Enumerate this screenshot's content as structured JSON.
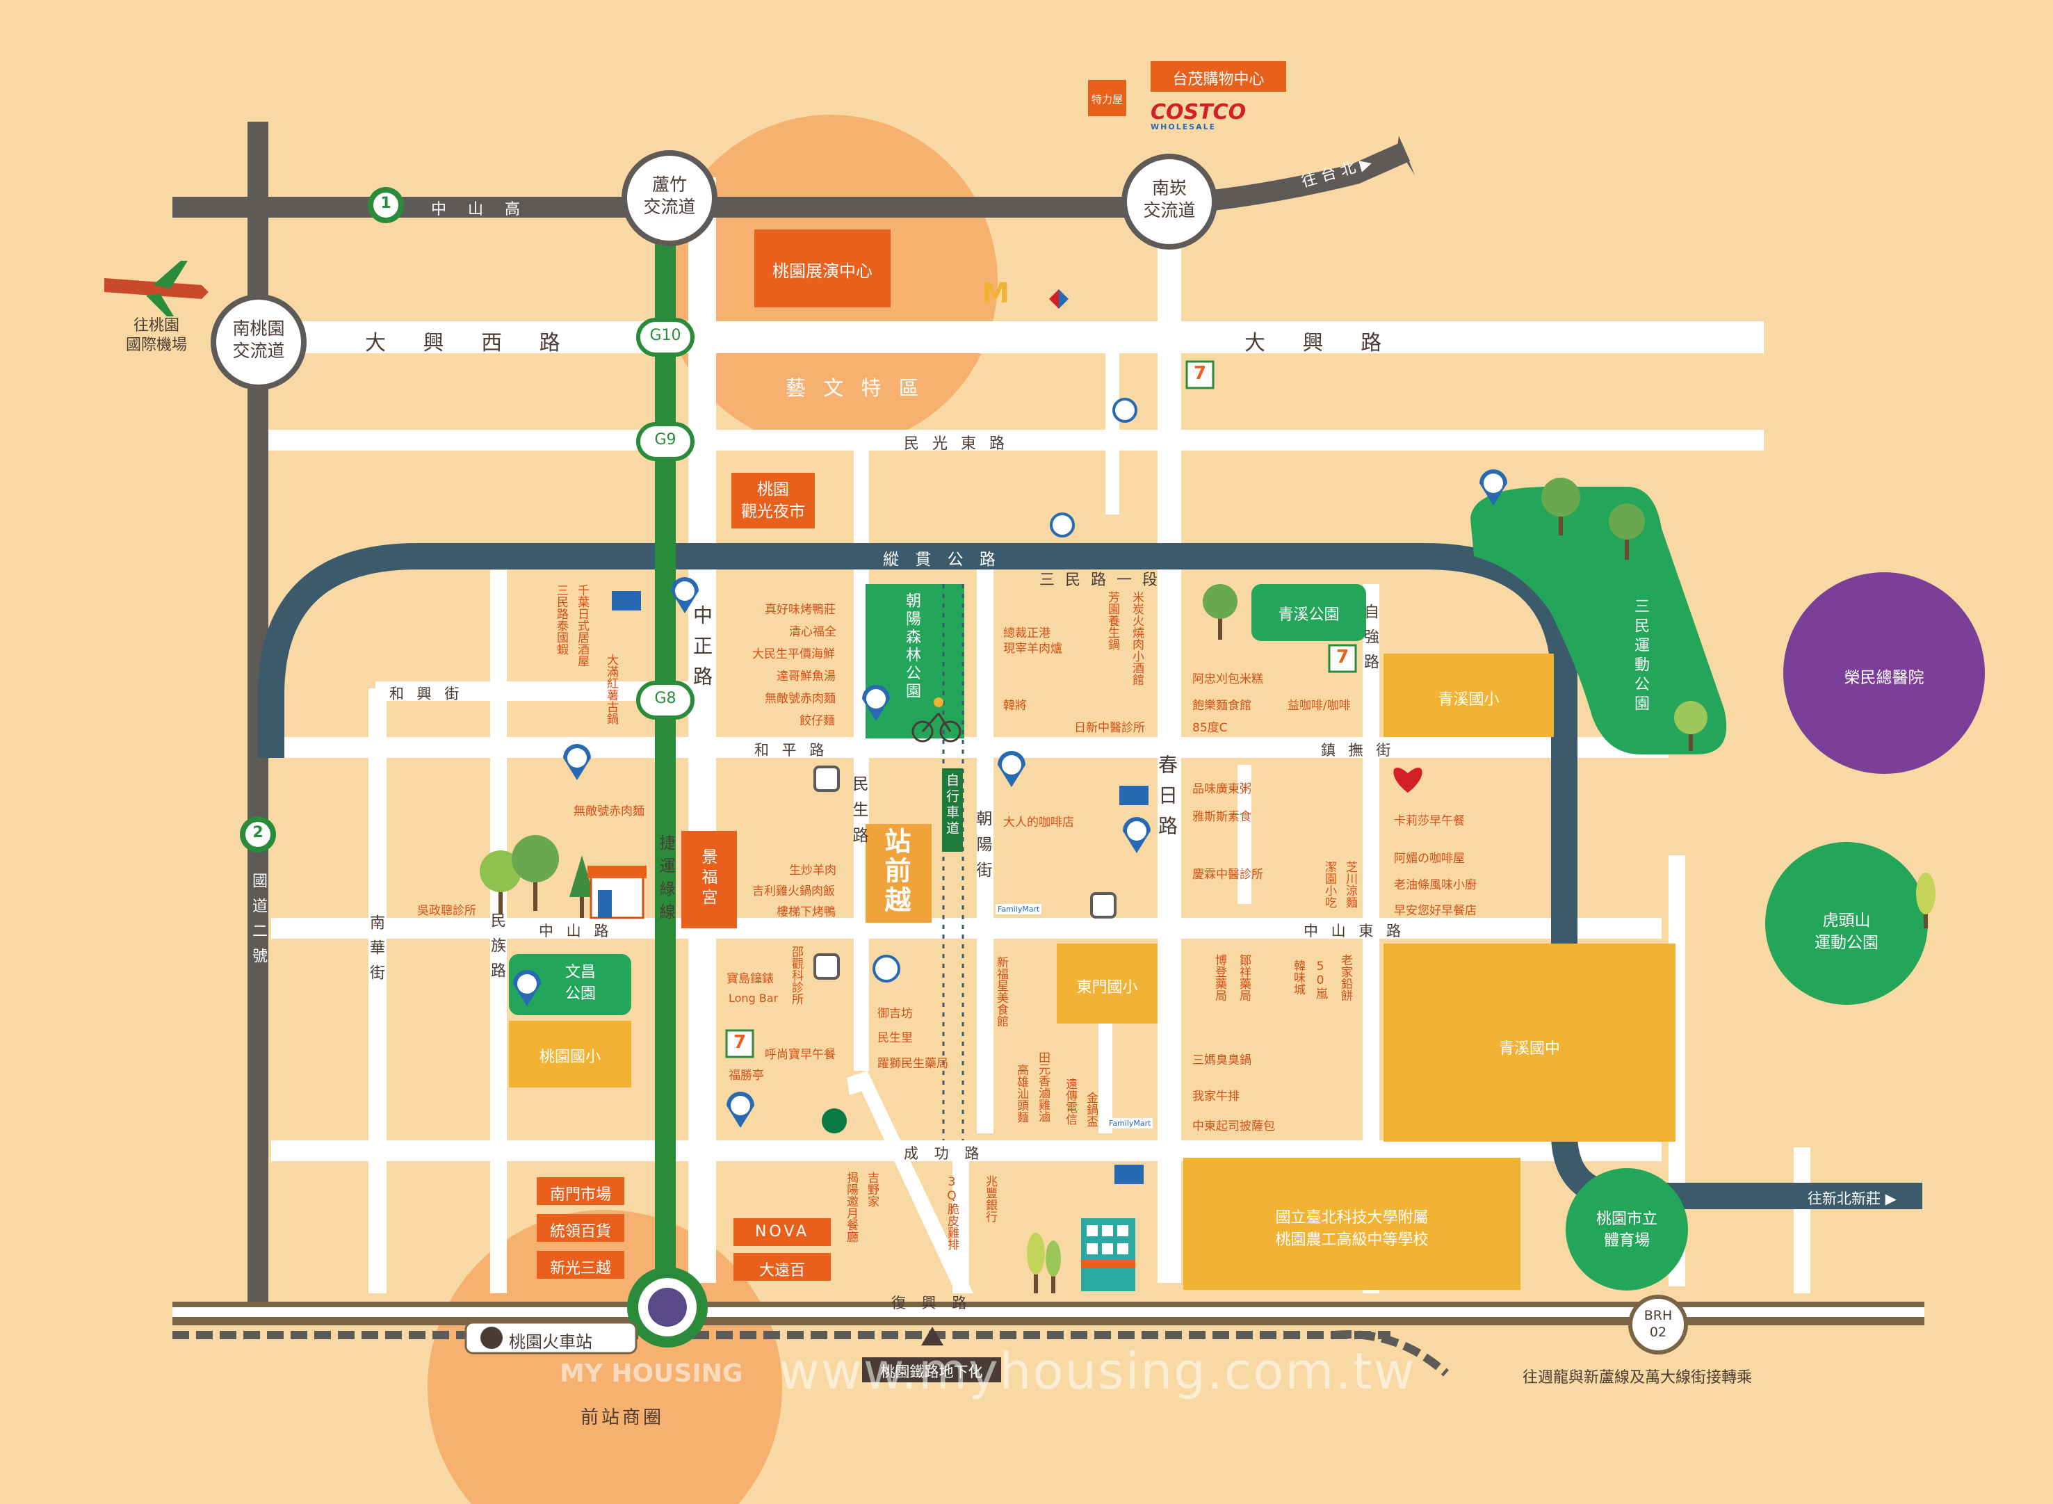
{
  "colors": {
    "background": "#f9d9a3",
    "road": "#ffffff",
    "highway": "#5e5a58",
    "ring_road": "#3b5b6c",
    "mrt_line": "#2a8c3a",
    "park": "#23a55a",
    "school": "#f2b233",
    "hospital": "#7b3f98",
    "landmark": "#e8601c",
    "zone_circle": "#f4a25f",
    "poi_text": "#d3501a",
    "road_text": "#4a3c34",
    "railway": "#7a6446"
  },
  "icons": {
    "parking": "parking-icon",
    "bus": "bus-icon",
    "seven_eleven": "seven-eleven-icon",
    "pxmart": "pxmart-icon",
    "familymart": "familymart-icon",
    "starbucks": "starbucks-icon",
    "airplane": "airplane-icon",
    "bicycle": "bicycle-icon",
    "tree": "tree-icon",
    "post": "post-office-icon"
  },
  "interchanges": {
    "luzhu": "蘆竹\n交流道",
    "nankan": "南崁\n交流道",
    "nantaoyuan": "南桃園\n交流道"
  },
  "highways": {
    "hwy1_badge": "1",
    "hwy1_name": "中 山 高",
    "hwy2_badge": "2",
    "hwy2_name": "國道二號",
    "to_taipei": "往 台 北 ▶",
    "to_airport": "往桃園\n國際機場"
  },
  "mrt": {
    "g10": "G10",
    "g9": "G9",
    "g8": "G8",
    "line_name": "捷運綠線",
    "brh02": "BRH\n02"
  },
  "roads": {
    "daxing_west": "大 興 西 路",
    "daxing": "大 興 路",
    "minguang_east": "民 光 東 路",
    "zongguan": "縱 貫 公 路",
    "sanmin_1": "三 民 路 一 段",
    "heyong": "和 興 街",
    "heping": "和 平 路",
    "zhenfu": "鎮 撫 街",
    "zhongshan": "中 山 路",
    "zhongshan_east": "中 山 東 路",
    "chenggong": "成 功 路",
    "fuxing": "復 興 路",
    "zhongzheng": "中正路",
    "minsheng": "民生路",
    "chaoyang": "朝陽街",
    "chunri": "春日路",
    "ziqiang": "自強路",
    "minzu": "民族路",
    "nanhua": "南華街",
    "bike_lane": "自行車道",
    "to_new_taipei": "往新北新莊 ▶",
    "underground": "桃園鐵路地下化",
    "transfer_note": "往週龍與新蘆線及萬大線街接轉乘"
  },
  "landmarks": {
    "tai_mall": "台茂購物中心",
    "b_and_q": "特力屋",
    "costco": "COSTCO",
    "costco_sub": "WHOLESALE",
    "expo_center": "桃園展演中心",
    "arts_district": "藝 文 特 區",
    "night_market": "桃園\n觀光夜市",
    "jingfu_temple": "景福宮",
    "site_name": "站前越",
    "south_gate_market": "南門市場",
    "tonglin": "統領百貨",
    "shinkong": "新光三越",
    "nova": "NOVA",
    "far_eastern": "大遠百",
    "train_station": "桃園火車站",
    "front_station": "前站商圈"
  },
  "parks": {
    "chaoyang_forest": "朝陽森林公園",
    "qingxi_park": "青溪公園",
    "wenchang_park": "文昌\n公園",
    "sanmin_sports": "三民運動公園",
    "hutoushan": "虎頭山\n運動公園",
    "gymnasium": "桃園市立\n體育場"
  },
  "schools": {
    "qingxi_elem": "青溪國小",
    "dongmen_elem": "東門國小",
    "taoyuan_elem": "桃園國小",
    "qingxi_junior": "青溪國中",
    "agri_school": "國立臺北科技大學附屬\n桃園農工高級中等學校"
  },
  "hospital": "榮民總醫院",
  "pois": {
    "p_sanmin_ramen": "三民路泰國蝦",
    "p_chiba": "千葉日式居酒屋",
    "p_dawan": "大滿紅薯古鍋",
    "p_zhenhao": "真好味烤鴨莊",
    "p_qingxin": "清心福全",
    "p_dasheng": "大民生平價海鮮",
    "p_dagou": "達哥鮮魚湯",
    "p_wudi1": "無敵號赤肉麵",
    "p_jiaozi": "餃仔麵",
    "p_zongcai": "總裁正港\n現宰羊肉爐",
    "p_hanjiang": "韓將",
    "p_fangyuan": "芳園養生鍋",
    "p_mitan": "米炭火燒肉小酒館",
    "p_rixin": "日新中醫診所",
    "p_azhong": "阿忠刈包米糕",
    "p_baole": "飽樂麵食館",
    "p_85c": "85度C",
    "p_yikafei": "益咖啡/咖啡",
    "p_wudi2": "無敵號赤肉麵",
    "p_shengchao": "生炒羊肉",
    "p_jili": "吉利雞火鍋肉飯",
    "p_louti": "樓梯下烤鴨",
    "p_wu": "吳政聰診所",
    "p_daren": "大人的咖啡店",
    "p_pinwei": "品味廣東粥",
    "p_yaxuan": "雅斯斯素食",
    "p_qingming": "慶霖中醫診所",
    "p_jiegu": "潔園小吃",
    "p_zhichuan": "芝川涼麵",
    "p_kalisha": "卡莉莎早午餐",
    "p_amei": "阿媚の咖啡屋",
    "p_laoyouge": "老油條風味小廚",
    "p_zaoan": "早安您好早餐店",
    "p_baodao": "寶島鐘錶",
    "p_longbar": "Long Bar",
    "p_shaoguan": "邵觀科診所",
    "p_yujifang": "御吉坊",
    "p_minsheng": "民生里",
    "p_yaofu": "躍獅民生藥局",
    "p_huxiao": "呼尚寶早午餐",
    "p_fushengting": "福勝亭",
    "p_xinfu": "新福星美食館",
    "p_tianyuan": "田元香滷雞滷",
    "p_gaoxiong": "高雄汕頭麵",
    "p_yuanchuan": "遠傳電信",
    "p_jinguo": "金鍋盃",
    "p_bodeng": "博登藥局",
    "p_naxiang": "鄒祥藥局",
    "p_hanwei": "韓味城",
    "p_50lan": "50嵐",
    "p_laojia": "老家鉛餅",
    "p_sanma": "三媽臭臭鍋",
    "p_wojia": "我家牛排",
    "p_zhongdong": "中東起司披薩包",
    "p_jiye": "吉野家",
    "p_jieyang": "揭陽邀月餐廳",
    "p_3q": "3Q脆皮雞排",
    "p_zhaofeng": "兆豐銀行",
    "m_logo": "M",
    "seven_text": "7",
    "family_text": "FamilyMart"
  },
  "watermark": "www.myhousing.com.tw",
  "watermark_brand": "MY HOUSING"
}
